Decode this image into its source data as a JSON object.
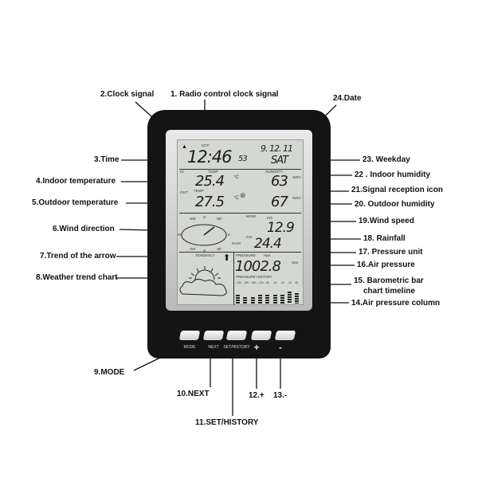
{
  "callouts": {
    "c1": "1. Radio control clock signal",
    "c2": "2.Clock signal",
    "c3": "3.Time",
    "c4": "4.Indoor temperature",
    "c5": "5.Outdoor temperature",
    "c6": "6.Wind direction",
    "c7": "7.Trend of the arrow",
    "c8": "8.Weather trend chart",
    "c9": "9.MODE",
    "c10": "10.NEXT",
    "c11": "11.SET/HISTORY",
    "c12": "12.+",
    "c13": "13.-",
    "c14": "14.Air pressure column",
    "c15a": "15. Barometric bar",
    "c15b": "chart timeline",
    "c16": "16.Air pressure",
    "c17": "17. Pressure unit",
    "c18": "18. Rainfall",
    "c19": "19.Wind speed",
    "c20": "20. Outdoor humidity",
    "c21": "21.Signal reception icon",
    "c22": "22 .  Indoor humidity",
    "c23": "23. Weekday",
    "c24": "24.Date"
  },
  "lcd": {
    "dcf": "DCF",
    "time": "12:46",
    "seconds": "53",
    "date": "9. 12. 11",
    "weekday": "SAT",
    "in": "IN",
    "temp": "TEMP",
    "humidity": "HUMIDITY",
    "indoor_temp": "25.4",
    "temp_unit": "°C",
    "indoor_humidity": "63",
    "hum_unit": "%RH",
    "out": "OUT",
    "outdoor_temp": "27.5",
    "outdoor_humidity": "67",
    "compass": {
      "nw": "NW",
      "n": "N",
      "ne": "NE",
      "w": "W",
      "e": "E",
      "sw": "SW",
      "s": "S",
      "se": "SE"
    },
    "wind": "WIND",
    "wind_unit": "m/s",
    "wind_speed": "12.9",
    "rain": "RAIN",
    "rain_unit": "mm",
    "rainfall": "24.4",
    "tendency": "TENDENCY",
    "trend_arrow": "up-arrow-icon",
    "forecast_icon": "sun-behind-clouds-icon",
    "pressure": "PRESSURE",
    "pressure_unit": "Hpa",
    "air_pressure": "1002.8",
    "pressure_history": "PRESSURE HISTORY",
    "timeline": [
      "-24h",
      "-20h",
      "-16h",
      "-12h",
      "-8h",
      "-4h",
      "-2h",
      "-1h",
      "0h"
    ],
    "history_bars": [
      5,
      4,
      4,
      5,
      5,
      5,
      5,
      7,
      6
    ],
    "bar_max": 8
  },
  "buttons": {
    "mode": "MODE",
    "next": "NEXT",
    "set_history": "SET/HISTORY",
    "plus": "+",
    "minus": "-"
  }
}
